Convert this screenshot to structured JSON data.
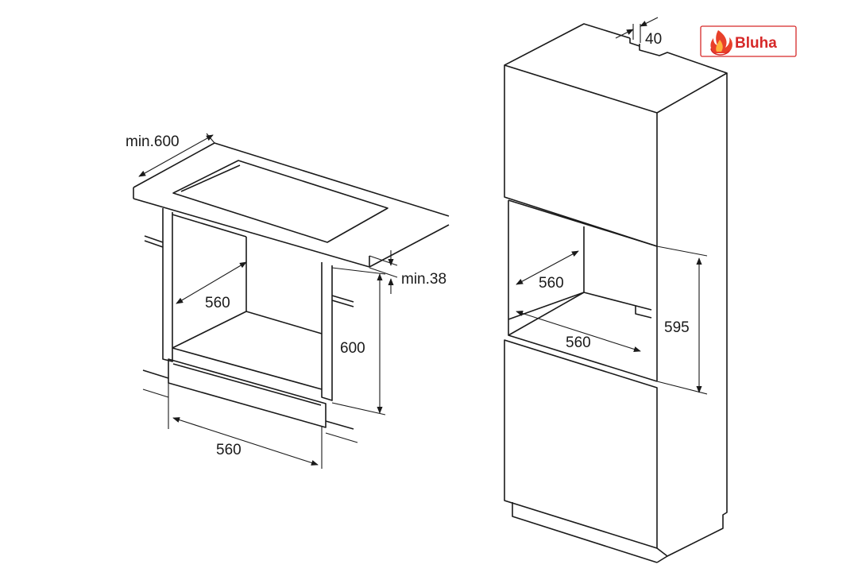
{
  "logo": {
    "text": "Bluha",
    "color": "#d62828",
    "icon": "flame-icon"
  },
  "left_drawing": {
    "depth_label": "min.600",
    "worktop_label": "min.38",
    "inner_depth_label": "560",
    "height_label": "600",
    "width_label": "560"
  },
  "right_drawing": {
    "gap_label": "40",
    "inner_depth_label": "560",
    "width_label": "560",
    "height_label": "595"
  },
  "colors": {
    "line": "#1a1a1a",
    "background": "#ffffff"
  }
}
